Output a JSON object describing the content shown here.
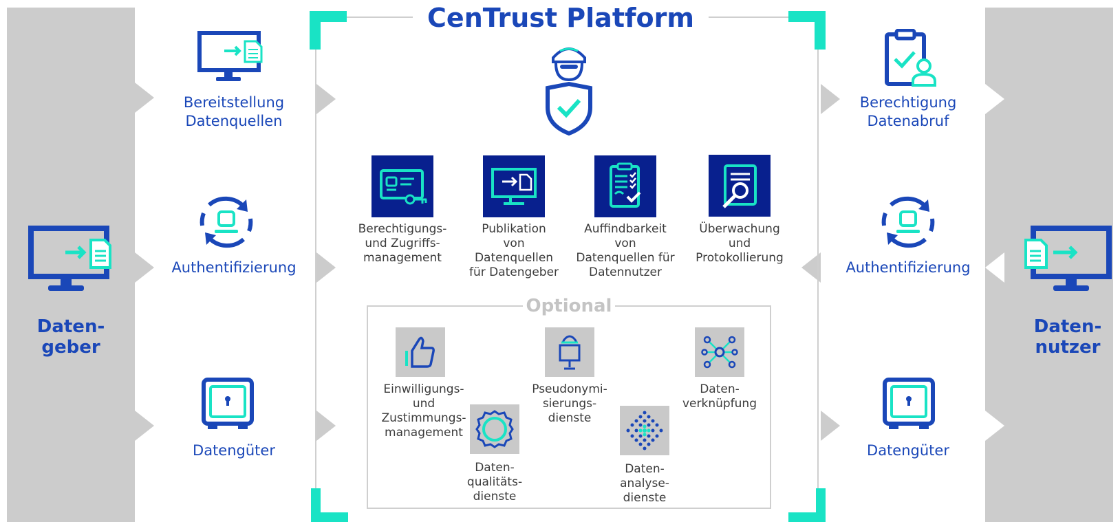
{
  "title": "CenTrust Platform",
  "left_party": {
    "line1": "Daten-",
    "line2": "geber"
  },
  "right_party": {
    "line1": "Daten-",
    "line2": "nutzer"
  },
  "left_features": [
    {
      "line1": "Bereitstellung",
      "line2": "Datenquellen"
    },
    {
      "line1": "Authentifizierung"
    },
    {
      "line1": "Datengüter"
    }
  ],
  "right_features": [
    {
      "line1": "Berechtigung",
      "line2": "Datenabruf"
    },
    {
      "line1": "Authentifizierung"
    },
    {
      "line1": "Datengüter"
    }
  ],
  "core_services": [
    {
      "lines": [
        "Berechtigungs-",
        "und Zugriffs-",
        "management"
      ]
    },
    {
      "lines": [
        "Publikation",
        "von",
        "Datenquellen",
        "für Datengeber"
      ]
    },
    {
      "lines": [
        "Auffindbarkeit",
        "von",
        "Datenquellen für",
        "Datennutzer"
      ]
    },
    {
      "lines": [
        "Überwachung",
        "und",
        "Protokollierung"
      ]
    }
  ],
  "optional": {
    "label": "Optional",
    "services": [
      {
        "lines": [
          "Einwilligungs-",
          "und",
          "Zustimmungs-",
          "management"
        ]
      },
      {
        "lines": [
          "Pseudonymi-",
          "sierungs-",
          "dienste"
        ]
      },
      {
        "lines": [
          "Daten-",
          "verknüpfung"
        ]
      },
      {
        "lines": [
          "Daten-",
          "qualitäts-",
          "dienste"
        ]
      },
      {
        "lines": [
          "Daten-",
          "analyse-",
          "dienste"
        ]
      }
    ]
  },
  "colors": {
    "blue": "#1a47b8",
    "navy": "#08208e",
    "teal": "#19e3c5",
    "gray": "#cccccc"
  }
}
